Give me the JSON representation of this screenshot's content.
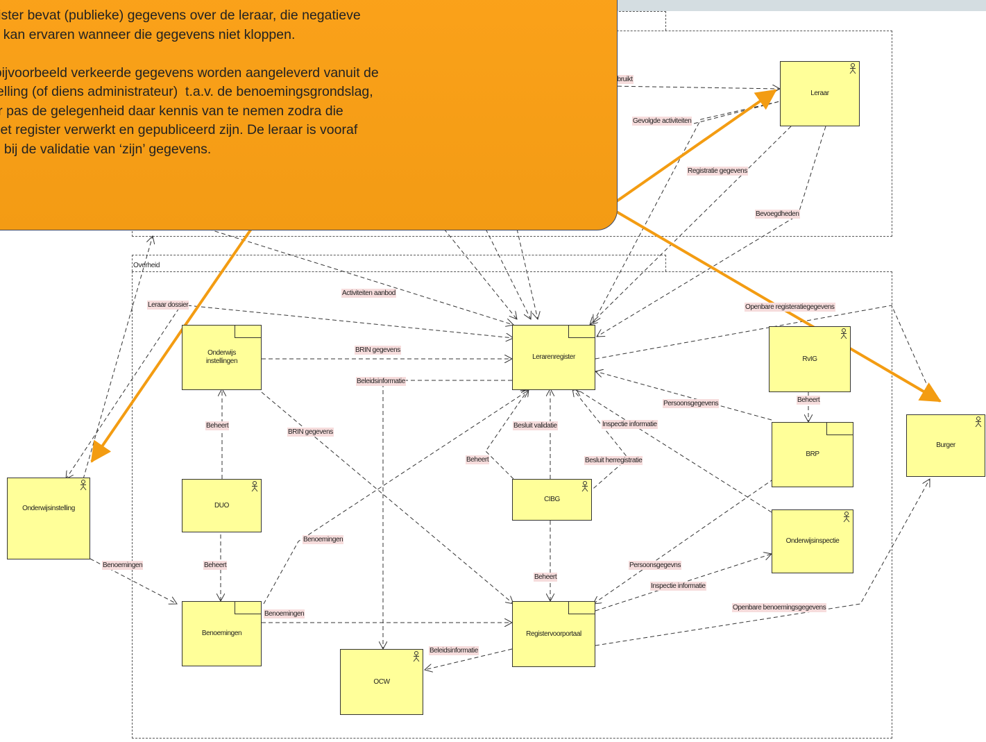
{
  "groups": {
    "top_group": {
      "title": ""
    },
    "overheid": {
      "title": "Overheid"
    }
  },
  "nodes": {
    "leraar": "Leraar",
    "lerarenregister": "Lerarenregister",
    "onderwijs_instellingen": "Onderwijs instellingen",
    "duo": "DUO",
    "benoemingen": "Benoemingen",
    "ocw": "OCW",
    "cibg": "CIBG",
    "registervoorportaal": "Registervoorportaal",
    "rvig": "RvIG",
    "brp": "BRP",
    "onderwijsinspectie": "Onderwijsinspectie",
    "onderwijsinstelling": "Onderwijsinstelling",
    "burger": "Burger"
  },
  "edge_labels": {
    "gebruikt": "Gebruikt",
    "gevolgde_activiteiten": "Gevolgde activiteiten",
    "registratie_gegevens": "Registratie gegevens",
    "bevoegdheden": "Bevoegdheden",
    "activiteiten_aanbod": "Activiteiten aanbod",
    "leraar_dossier": "Leraar dossier",
    "openbare_registeratiegegevens": "Openbare registeratiegegevens",
    "brin_gegevens_1": "BRIN gegevens",
    "beleidsinformatie_1": "Beleidsinformatie",
    "persoonsgegevens_1": "Persoonsgegevens",
    "beheert_rvig": "Beheert",
    "beheert_duo_top": "Beheert",
    "brin_gegevens_2": "BRIN gegevens",
    "besluit_validatie": "Besluit validatie",
    "inspectie_informatie_1": "Inspectie informatie",
    "beheert_cibg_left": "Beheert",
    "besluit_herregistratie": "Besluit herregistratie",
    "benoemingen_diag": "Benoemingen",
    "benoemingen_left": "Benoemingen",
    "beheert_duo_bottom": "Beheert",
    "persoonsgegevens_2": "Persoonsgegevns",
    "beheert_cibg_bottom": "Beheert",
    "inspectie_informatie_2": "Inspectie informatie",
    "benoemingen_horiz": "Benoemingen",
    "openbare_benoemingsgegevens": "Openbare benoemingsgegevens",
    "beleidsinformatie_2": "Beleidsinformatie"
  },
  "callout": {
    "text": "register bevat (publieke) gegevens over de leraar, die negatieve\nties kan ervaren wanneer die gegevens niet kloppen.\n\ner bijvoorbeeld verkeerde gegevens worden aangeleverd vanuit de\nnstelling (of diens administrateur)  t.a.v. de benoemingsgrondslag,\nraar pas de gelegenheid daar kennis van te nemen zodra die\nin het register verwerkt en gepubliceerd zijn. De leraar is vooraf\nken bij de validatie van ‘zijn’ gegevens."
  },
  "colors": {
    "node_fill": "#ffff99",
    "callout_fill": "#f39c12",
    "arrow_color": "#f39c12",
    "label_bg": "#f6dcdc"
  }
}
